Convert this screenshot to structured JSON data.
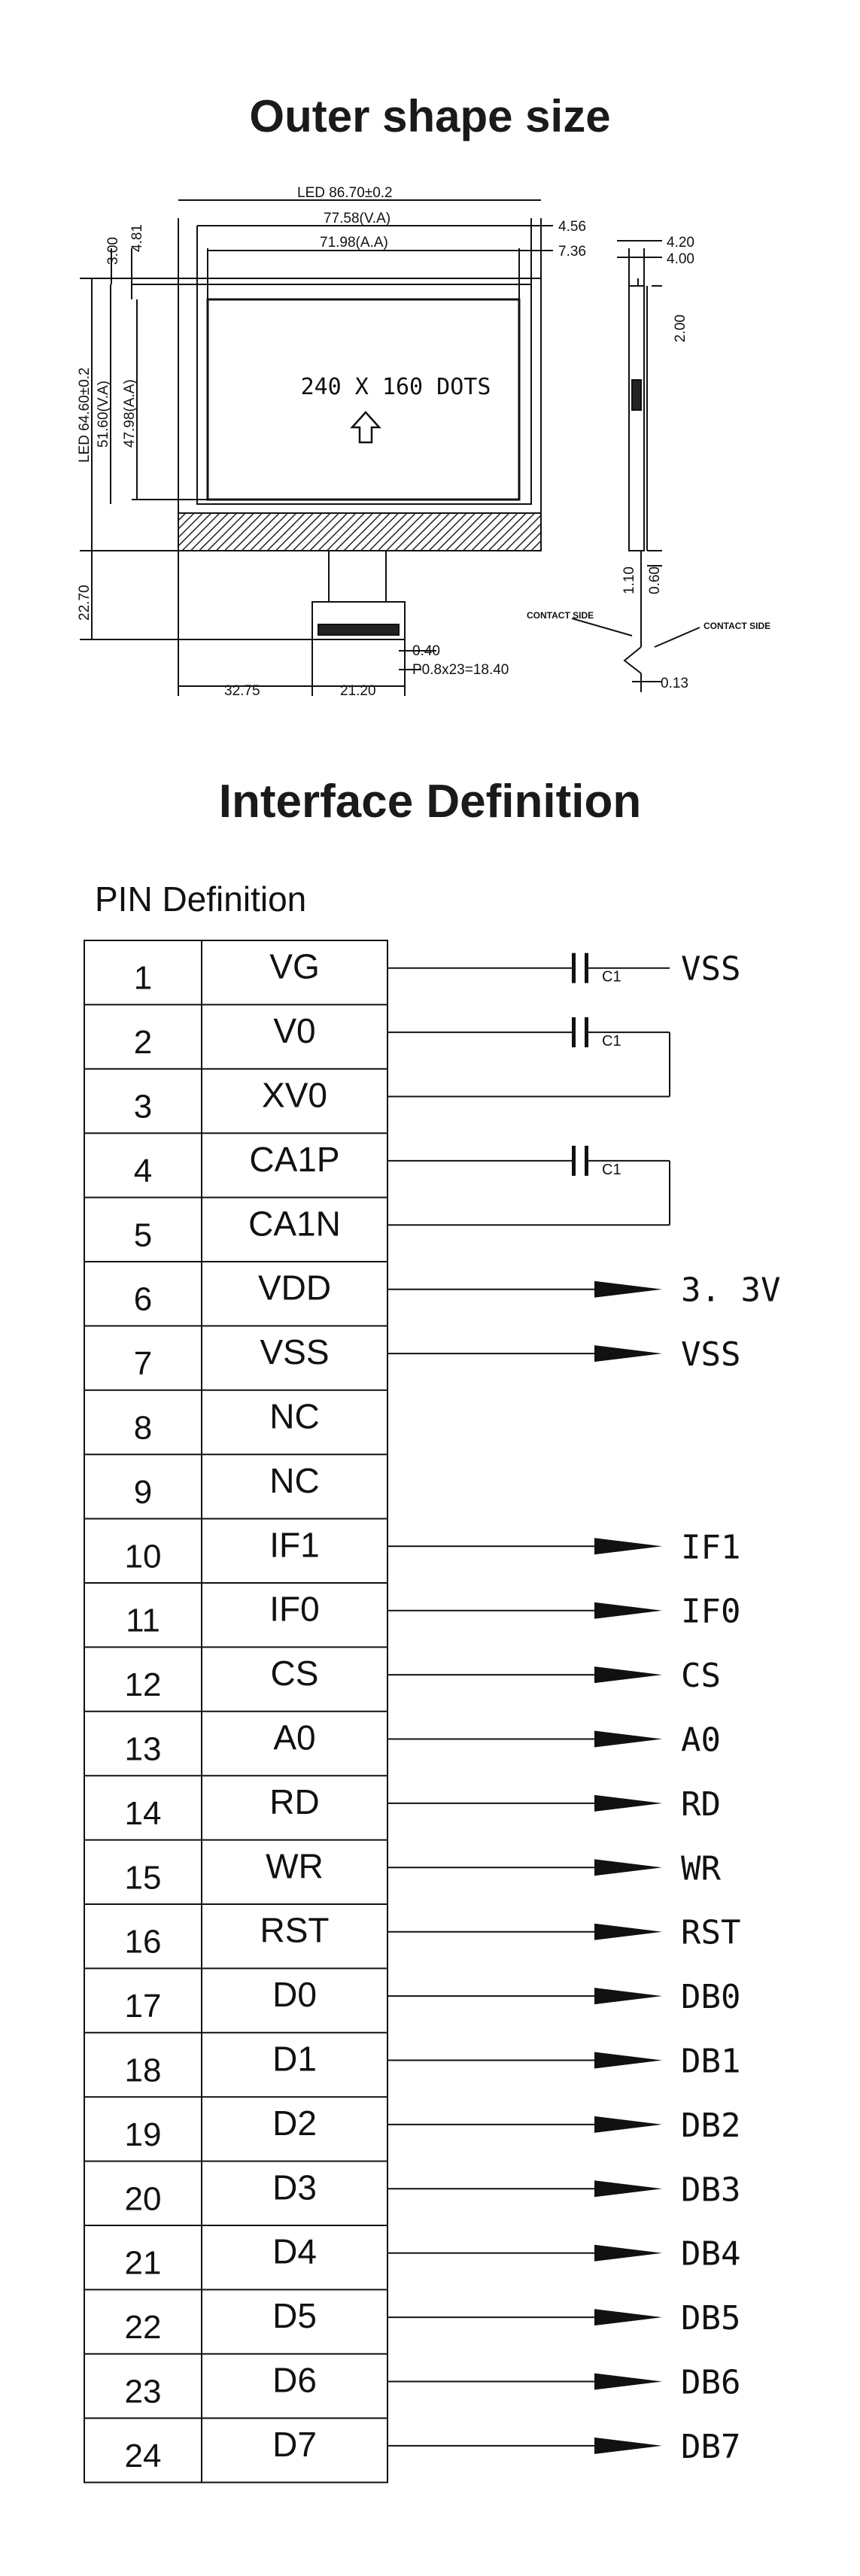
{
  "titles": {
    "outer_shape": "Outer shape size",
    "interface": "Interface Definition",
    "pin_definition": "PIN Definition"
  },
  "drawing": {
    "display_text": "240 X 160 DOTS",
    "led_width": "LED 86.70±0.2",
    "va_width": "77.58(V.A)",
    "aa_width": "71.98(A.A)",
    "right_456": "4.56",
    "right_736": "7.36",
    "side_420": "4.20",
    "side_400": "4.00",
    "side_200": "2.00",
    "left_300": "3.00",
    "left_481": "4.81",
    "led_height": "LED 64.60±0.2",
    "va_height": "51.60(V.A)",
    "aa_height": "47.98(A.A)",
    "tail_height": "22.70",
    "pitch_040": "0.40",
    "pitch": "P0.8x23=18.40",
    "bottom_left": "32.75",
    "bottom_mid": "21.20",
    "side_110": "1.10",
    "side_060": "0.60",
    "contact_side": "CONTACT SIDE",
    "thickness": "0.13"
  },
  "pins": [
    {
      "num": "1",
      "name": "VG",
      "label": "VSS",
      "type": "cap"
    },
    {
      "num": "2",
      "name": "V0",
      "label": "",
      "type": "cap_pair"
    },
    {
      "num": "3",
      "name": "XV0",
      "label": "",
      "type": "cap_pair_end"
    },
    {
      "num": "4",
      "name": "CA1P",
      "label": "",
      "type": "cap_pair"
    },
    {
      "num": "5",
      "name": "CA1N",
      "label": "",
      "type": "cap_pair_end"
    },
    {
      "num": "6",
      "name": "VDD",
      "label": "3. 3V",
      "type": "arrow"
    },
    {
      "num": "7",
      "name": "VSS",
      "label": "VSS",
      "type": "arrow"
    },
    {
      "num": "8",
      "name": "NC",
      "label": "",
      "type": "none"
    },
    {
      "num": "9",
      "name": "NC",
      "label": "",
      "type": "none"
    },
    {
      "num": "10",
      "name": "IF1",
      "label": "IF1",
      "type": "arrow"
    },
    {
      "num": "11",
      "name": "IF0",
      "label": "IF0",
      "type": "arrow"
    },
    {
      "num": "12",
      "name": "CS",
      "label": "CS",
      "type": "arrow"
    },
    {
      "num": "13",
      "name": "A0",
      "label": "A0",
      "type": "arrow"
    },
    {
      "num": "14",
      "name": "RD",
      "label": "RD",
      "type": "arrow"
    },
    {
      "num": "15",
      "name": "WR",
      "label": "WR",
      "type": "arrow"
    },
    {
      "num": "16",
      "name": "RST",
      "label": "RST",
      "type": "arrow"
    },
    {
      "num": "17",
      "name": "D0",
      "label": "DB0",
      "type": "arrow"
    },
    {
      "num": "18",
      "name": "D1",
      "label": "DB1",
      "type": "arrow"
    },
    {
      "num": "19",
      "name": "D2",
      "label": "DB2",
      "type": "arrow"
    },
    {
      "num": "20",
      "name": "D3",
      "label": "DB3",
      "type": "arrow"
    },
    {
      "num": "21",
      "name": "D4",
      "label": "DB4",
      "type": "arrow"
    },
    {
      "num": "22",
      "name": "D5",
      "label": "DB5",
      "type": "arrow"
    },
    {
      "num": "23",
      "name": "D6",
      "label": "DB6",
      "type": "arrow"
    },
    {
      "num": "24",
      "name": "D7",
      "label": "DB7",
      "type": "arrow"
    }
  ],
  "cap_label": "C1"
}
